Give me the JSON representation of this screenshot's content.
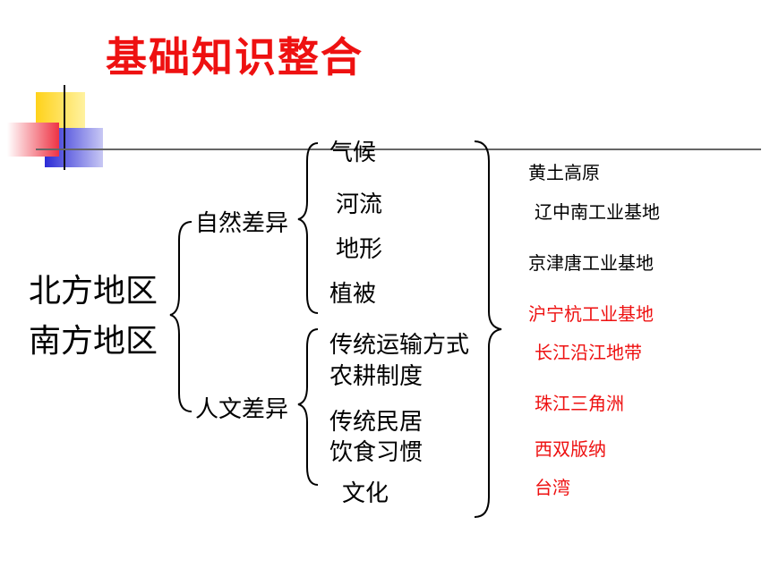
{
  "title": "基础知识整合",
  "regions": [
    "北方地区",
    "南方地区"
  ],
  "categories": {
    "natural": {
      "label": "自然差异",
      "items": [
        "气候",
        "河流",
        "地形",
        "植被"
      ]
    },
    "human": {
      "label": "人文差异",
      "items": [
        "传统运输方式",
        "农耕制度",
        "传统民居",
        "饮食习惯",
        "文化"
      ]
    }
  },
  "places": [
    {
      "name": "黄土高原",
      "color": "#000000"
    },
    {
      "name": "辽中南工业基地",
      "color": "#000000"
    },
    {
      "name": "京津唐工业基地",
      "color": "#000000"
    },
    {
      "name": "沪宁杭工业基地",
      "color": "#ee1111"
    },
    {
      "name": "长江沿江地带",
      "color": "#ee1111"
    },
    {
      "name": "珠江三角洲",
      "color": "#ee1111"
    },
    {
      "name": "西双版纳",
      "color": "#ee1111"
    },
    {
      "name": "台湾",
      "color": "#ee1111"
    }
  ],
  "colors": {
    "title": "#ee1111",
    "accent_yellow": "#ffd21a",
    "accent_blue": "#2b2bd6",
    "accent_red": "#ee3344"
  }
}
